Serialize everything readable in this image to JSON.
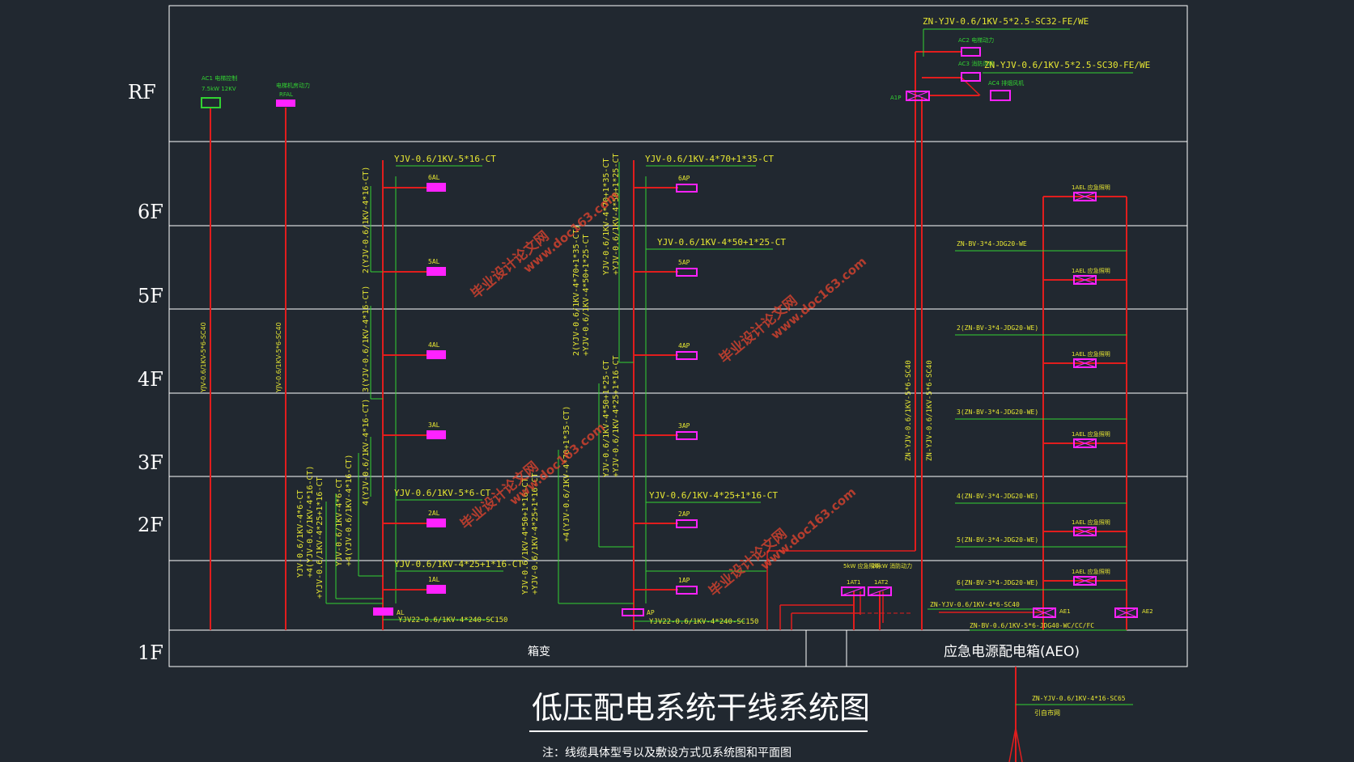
{
  "title": "低压配电系统干线系统图",
  "note": "注：线缆具体型号以及敷设方式见系统图和平面图",
  "floors": [
    "RF",
    "6F",
    "5F",
    "4F",
    "3F",
    "2F",
    "1F"
  ],
  "boxes": {
    "transformer": "箱变",
    "emergency": "应急电源配电箱(AEO)"
  },
  "rf_labels": {
    "ac1": "AC1 电梯控制",
    "ac1_sub": "7.5kW 12KV",
    "rfal_top": "电梯机房动力",
    "rfal": "RFAL",
    "a1p": "A1P",
    "ac2": "AC2 电梯动力",
    "ac3": "AC3 消防风机",
    "ac4": "AC4 排烟风机"
  },
  "riser_labels": {
    "rf1": "YJV-0.6/1KV-5*6-SC40",
    "rf2": "YJV-0.6/1KV-5*6-SC40",
    "e1": "ZN-YJV-0.6/1KV-5*6-SC40",
    "e2": "ZN-YJV-0.6/1KV-5*6-SC40"
  },
  "top_cables": {
    "c1": "ZN-YJV-0.6/1KV-5*2.5-SC32-FE/WE",
    "c2": "ZN-YJV-0.6/1KV-5*2.5-SC30-FE/WE"
  },
  "lighting_panels": [
    "6AL",
    "5AL",
    "4AL",
    "3AL",
    "2AL",
    "1AL"
  ],
  "power_panels": [
    "6AP",
    "5AP",
    "4AP",
    "3AP",
    "2AP",
    "1AP"
  ],
  "main_panels": {
    "al": "AL",
    "ap": "AP"
  },
  "lighting_cables": {
    "top": "YJV-0.6/1KV-5*16-CT",
    "mid": "YJV-0.6/1KV-5*6-CT",
    "low": "YJV-0.6/1KV-4*25+1*16-CT",
    "feed": "YJV22-0.6/1KV-4*240-SC150"
  },
  "power_cables": {
    "top": "YJV-0.6/1KV-4*70+1*35-CT",
    "mid": "YJV-0.6/1KV-4*50+1*25-CT",
    "low": "YJV-0.6/1KV-4*25+1*16-CT",
    "feed": "YJV22-0.6/1KV-4*240-SC150"
  },
  "vertical_labels": {
    "l1": "2(YJV-0.6/1KV-4*16-CT)",
    "l2": "3(YJV-0.6/1KV-4*16-CT)",
    "l3": "4(YJV-0.6/1KV-4*16-CT)",
    "l4": "YJV-0.6/1KV-4*6-CT",
    "l5": "+4(YJV-0.6/1KV-4*16-CT)",
    "l6": "YJV-0.6/1KV-4*6-CT",
    "l7": "+YJV-0.6/1KV-4*25+1*16-CT",
    "l8": "+4(YJV-0.6/1KV-4*16-CT)",
    "p1": "2(YJV-0.6/1KV-4*70+1*35-CT)",
    "p2": "+YJV-0.6/1KV-4*50+1*25-CT",
    "p3": "YJV-0.6/1KV-4*70+1*35-CT",
    "p4": "+YJV-0.6/1KV-4*50+1*25-CT",
    "p5": "YJV-0.6/1KV-4*50+1*25-CT",
    "p6": "+YJV-0.6/1KV-4*25+1*16-CT",
    "p7": "YJV-0.6/1KV-4*50+1*16-CT",
    "p8": "+YJV-0.6/1KV-4*25+1*16-CT",
    "p9": "+4(YJV-0.6/1KV-4*70+1*35-CT)"
  },
  "emergency_panels": [
    "1AEL 应急照明",
    "1AEL 应急照明",
    "1AEL 应急照明",
    "1AEL 应急照明",
    "1AEL 应急照明",
    "1AEL 应急照明"
  ],
  "emergency_cables": [
    "ZN-BV-3*4-JDG20-WE",
    "2(ZN-BV-3*4-JDG20-WE)",
    "3(ZN-BV-3*4-JDG20-WE)",
    "4(ZN-BV-3*4-JDG20-WE)",
    "5(ZN-BV-3*4-JDG20-WE)",
    "6(ZN-BV-3*4-JDG20-WE)"
  ],
  "emergency_misc": {
    "ae1": "AE1",
    "ae2": "AE2",
    "ae_cable": "ZN-YJV-0.6/1KV-4*6-SC40",
    "ae_cable2": "ZN-BV-0.6/1KV-5*6-JDG40-WC/CC/FC",
    "ats1_top": "5kW 应急照明",
    "ats1": "1AT1",
    "ats2_top": "20kW 消防动力",
    "ats2": "1AT2",
    "incoming": "ZN-YJV-0.6/1KV-4*16-SC65",
    "incoming2": "引自市网"
  },
  "watermarks": [
    "毕业设计论文网",
    "www.doc163.com"
  ],
  "colors": {
    "bg": "#212830",
    "line": "#e11d1d",
    "cable": "#32d232",
    "text": "#e6e632",
    "panel": "#ff22ff",
    "frame": "#ffffff"
  }
}
